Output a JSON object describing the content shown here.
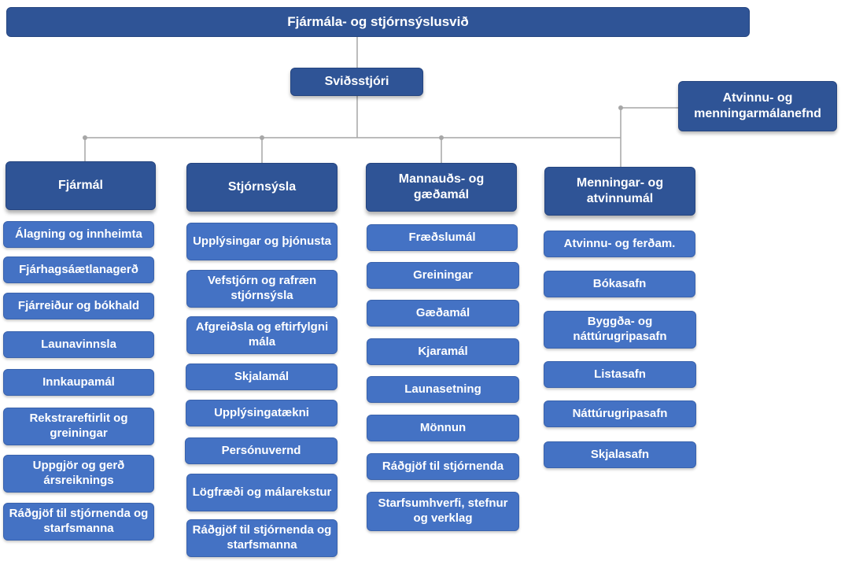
{
  "chart": {
    "title": "Fjármála- og stjórnsýslusvið",
    "director": "Sviðsstjóri",
    "committee": "Atvinnu- og menningarmálanefnd",
    "departments": [
      {
        "name": "Fjármál",
        "units": [
          "Álagning og innheimta",
          "Fjárhagsáætlanagerð",
          "Fjárreiður og bókhald",
          "Launavinnsla",
          "Innkaupamál",
          "Rekstrareftirlit og greiningar",
          "Uppgjör og gerð ársreiknings",
          "Ráðgjöf til stjórnenda og starfsmanna"
        ]
      },
      {
        "name": "Stjórnsýsla",
        "units": [
          "Upplýsingar og þjónusta",
          "Vefstjórn og rafræn stjórnsýsla",
          "Afgreiðsla og eftirfylgni mála",
          "Skjalamál",
          "Upplýsingatækni",
          "Persónuvernd",
          "Lögfræði og málarekstur",
          "Ráðgjöf til stjórnenda og starfsmanna"
        ]
      },
      {
        "name": "Mannauðs- og gæðamál",
        "units": [
          "Fræðslumál",
          "Greiningar",
          "Gæðamál",
          "Kjaramál",
          "Launasetning",
          "Mönnun",
          "Ráðgjöf til stjórnenda",
          "Starfsumhverfi, stefnur og verklag"
        ]
      },
      {
        "name": "Menningar- og atvinnumál",
        "units": [
          "Atvinnu- og ferðam.",
          "Bókasafn",
          "Byggða- og náttúrugripasafn",
          "Listasafn",
          "Náttúrugripasafn",
          "Skjalasafn"
        ]
      }
    ]
  },
  "colors": {
    "header_fill": "#2f5496",
    "unit_fill": "#4472c4",
    "connector": "#a6a6a6",
    "text": "#ffffff"
  }
}
